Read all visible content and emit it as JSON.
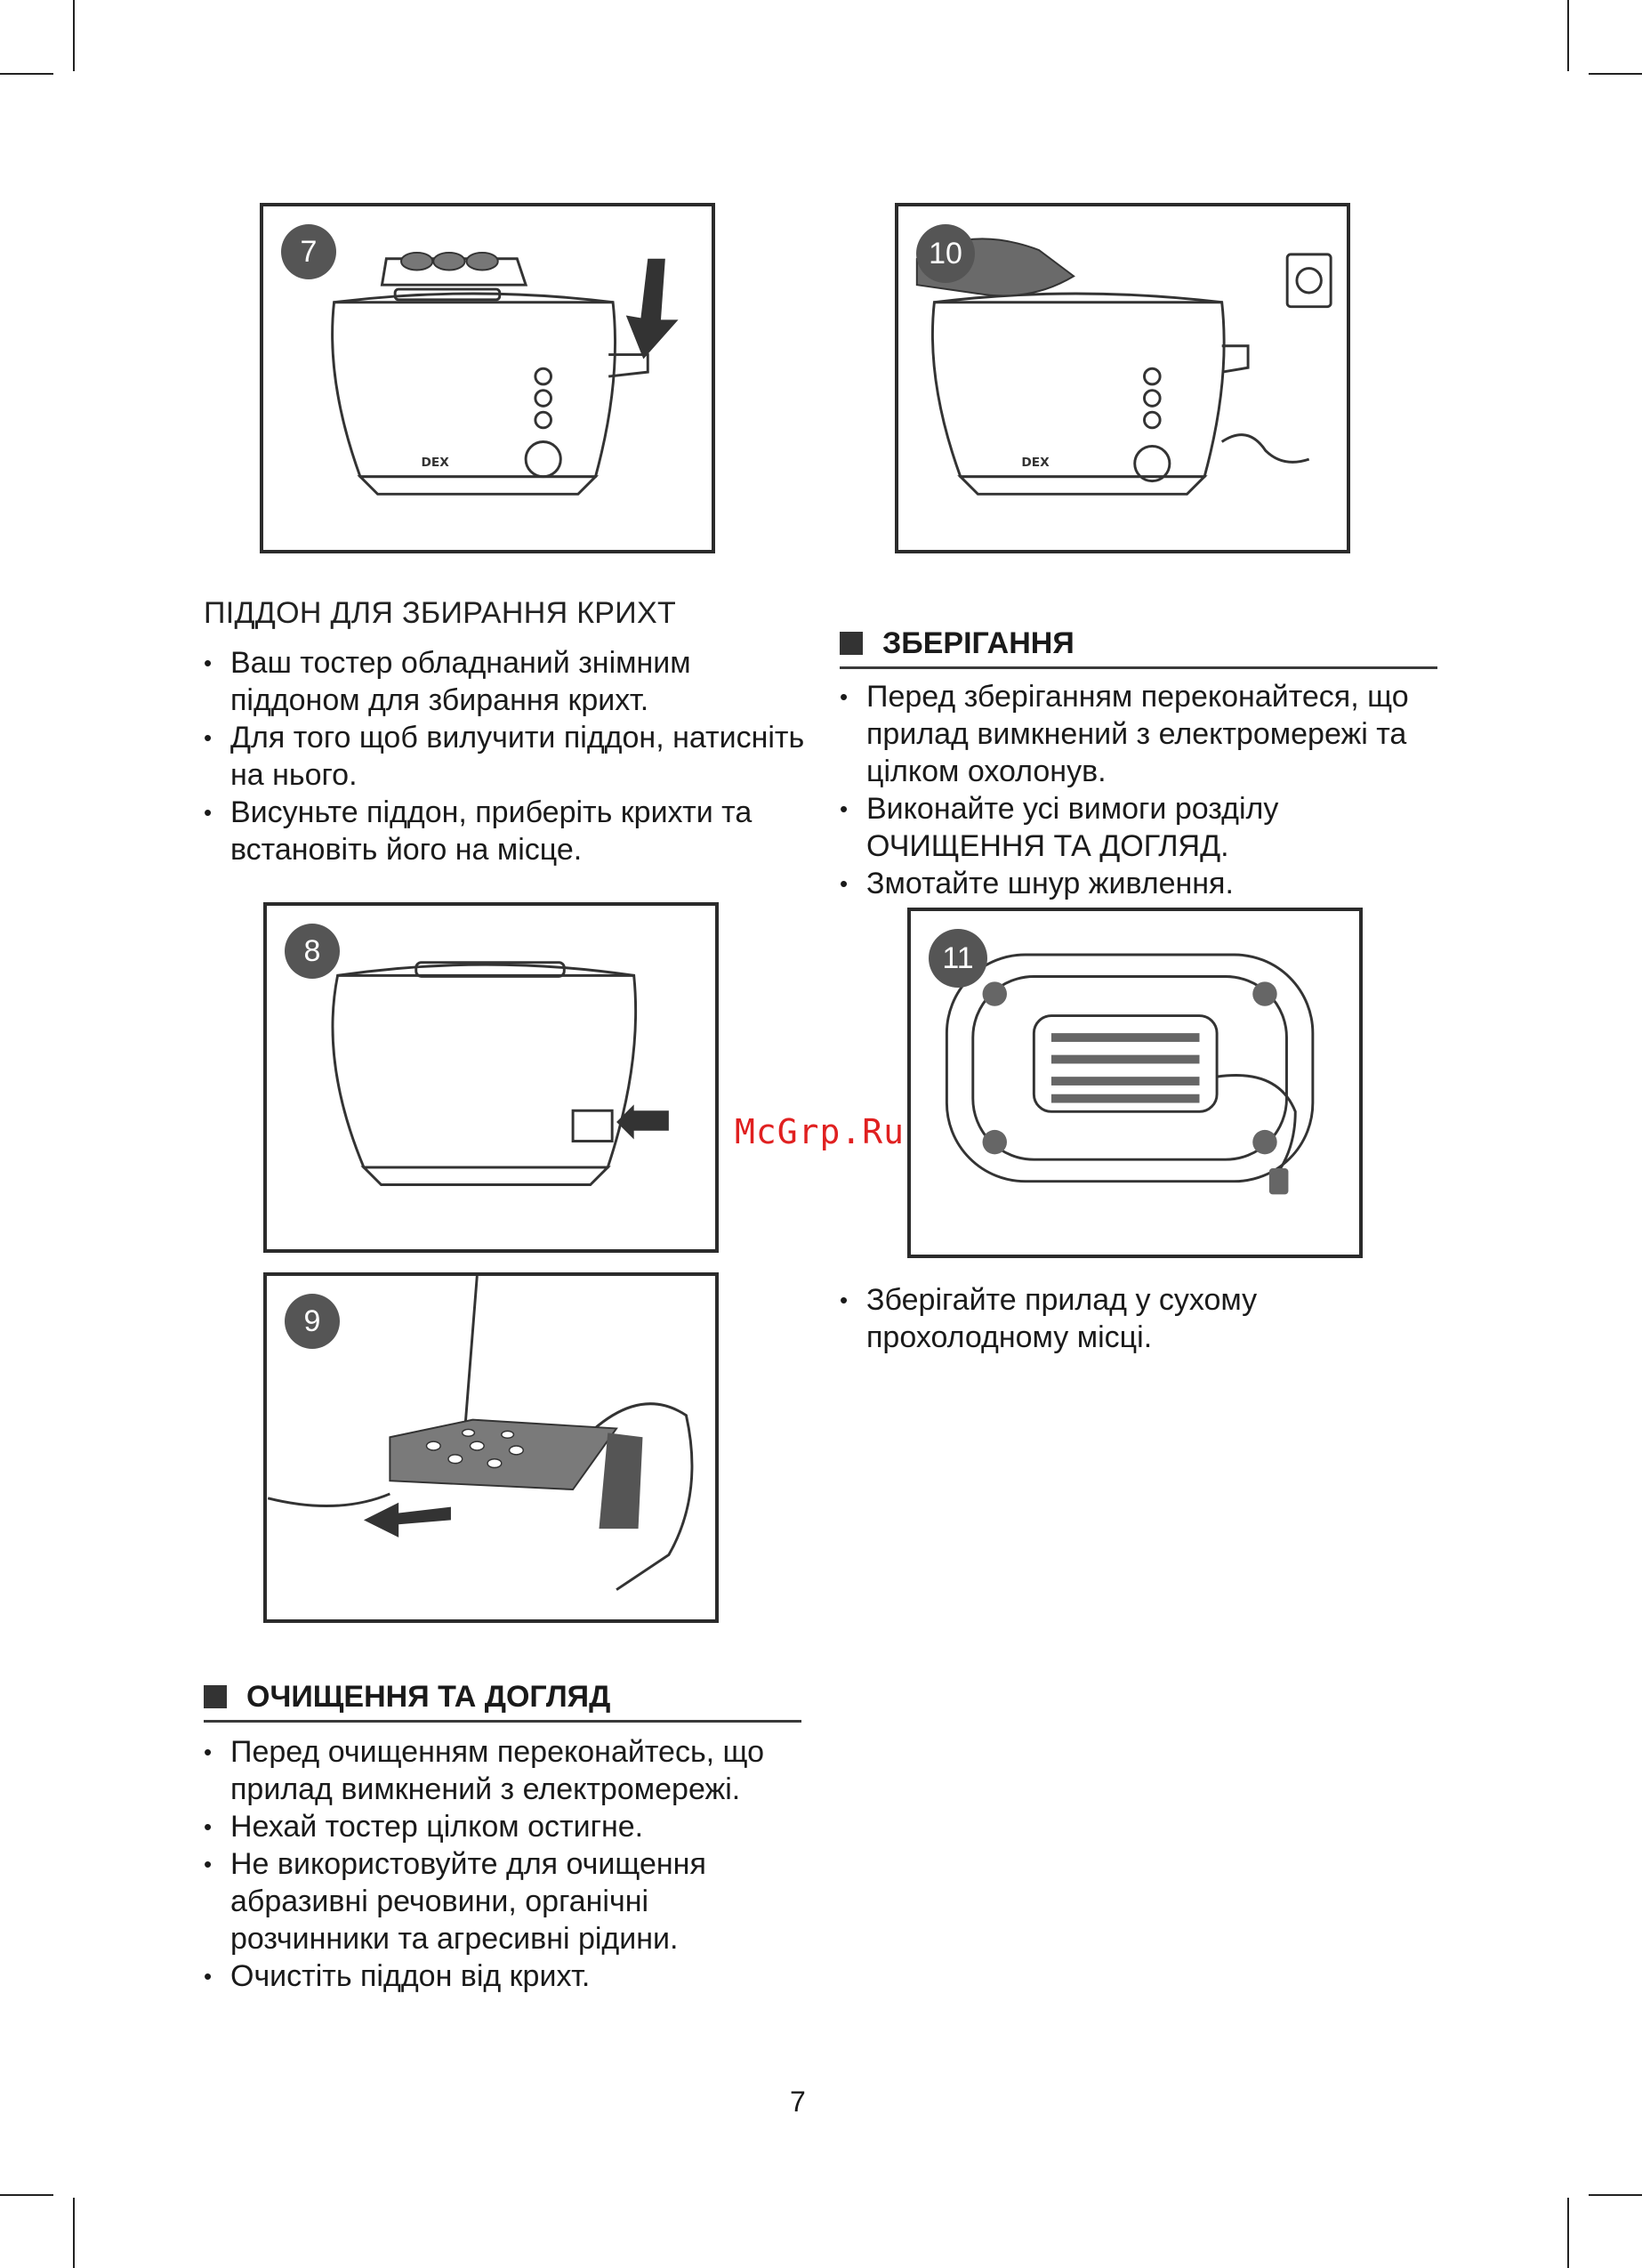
{
  "figures": {
    "fig7": {
      "number": "7"
    },
    "fig8": {
      "number": "8"
    },
    "fig9": {
      "number": "9"
    },
    "fig10": {
      "number": "10"
    },
    "fig11": {
      "number": "11"
    }
  },
  "toaster_brand": "DEX",
  "crumb_tray": {
    "heading": "ПІДДОН ДЛЯ ЗБИРАННЯ КРИХТ",
    "items": [
      "Ваш тостер обладнаний знімним піддоном для збирання крихт.",
      "Для того щоб вилучити піддон, натисніть на нього.",
      "Висуньте піддон, приберіть крихти та встановіть його на місце."
    ]
  },
  "cleaning": {
    "heading": "ОЧИЩЕННЯ ТА ДОГЛЯД",
    "items": [
      "Перед очищенням переконайтесь, що прилад вимкнений з електромережі.",
      "Нехай тостер цілком остигне.",
      "Не використовуйте для очищення абразивні речовини, органічні розчинники та агресивні рідини.",
      "Очистіть піддон від крихт."
    ]
  },
  "storage": {
    "heading": "ЗБЕРІГАННЯ",
    "items": [
      "Перед зберіганням переконайтеся, що прилад вимкнений з електромережі та цілком охолонув.",
      "Виконайте усі вимоги розділу ОЧИЩЕННЯ ТА ДОГЛЯД.",
      "Змотайте шнур живлення."
    ],
    "after_items": [
      "Зберігайте прилад у сухому прохолодному місці."
    ]
  },
  "watermark": "McGrp.Ru",
  "page_number": "7"
}
